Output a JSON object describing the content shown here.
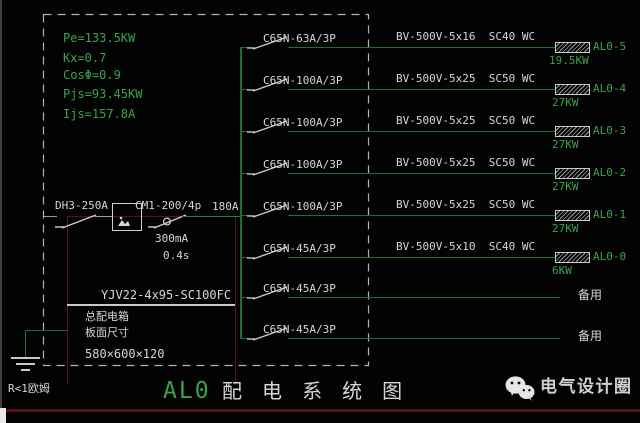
{
  "params": {
    "pe": "Pe=133.5KW",
    "kx": "Kx=0.7",
    "cos": "CosΦ=0.9",
    "pjs": "Pjs=93.45KW",
    "ijs": "Ijs=157.8A"
  },
  "incoming": {
    "isolator": "DH3-250A",
    "main_breaker": "CM1-200/4p",
    "rating": "180A",
    "residual_current": "300mA",
    "trip_delay": "0.4s",
    "cable": "YJV22-4x95-SC100FC"
  },
  "cabinet": {
    "name": "总配电箱",
    "panel_label": "板面尺寸",
    "panel_size": "580×600×120"
  },
  "ground": {
    "label": "R<1欧姆"
  },
  "circuits": [
    {
      "breaker": "C65N-63A/3P",
      "cable": "BV-500V-5x16  SC40 WC",
      "id": "AL0-5",
      "power": "19.5KW"
    },
    {
      "breaker": "C65N-100A/3P",
      "cable": "BV-500V-5x25  SC50 WC",
      "id": "AL0-4",
      "power": "27KW"
    },
    {
      "breaker": "C65N-100A/3P",
      "cable": "BV-500V-5x25  SC50 WC",
      "id": "AL0-3",
      "power": "27KW"
    },
    {
      "breaker": "C65N-100A/3P",
      "cable": "BV-500V-5x25  SC50 WC",
      "id": "AL0-2",
      "power": "27KW"
    },
    {
      "breaker": "C65N-100A/3P",
      "cable": "BV-500V-5x25  SC50 WC",
      "id": "AL0-1",
      "power": "27KW"
    },
    {
      "breaker": "C65N-45A/3P",
      "cable": "BV-500V-5x10  SC40 WC",
      "id": "AL0-0",
      "power": "6KW"
    },
    {
      "breaker": "C65N-45A/3P",
      "spare": "备用"
    },
    {
      "breaker": "C65N-45A/3P",
      "spare": "备用"
    }
  ],
  "title": {
    "code": "AL0",
    "text": "配 电 系 统 图"
  },
  "watermark": {
    "text": "电气设计圈"
  },
  "colors": {
    "line_green": "#1e6e30",
    "text_green": "#3ba24c",
    "text_white": "#d6d6d6",
    "line_red": "#571313",
    "background": "#030303"
  }
}
